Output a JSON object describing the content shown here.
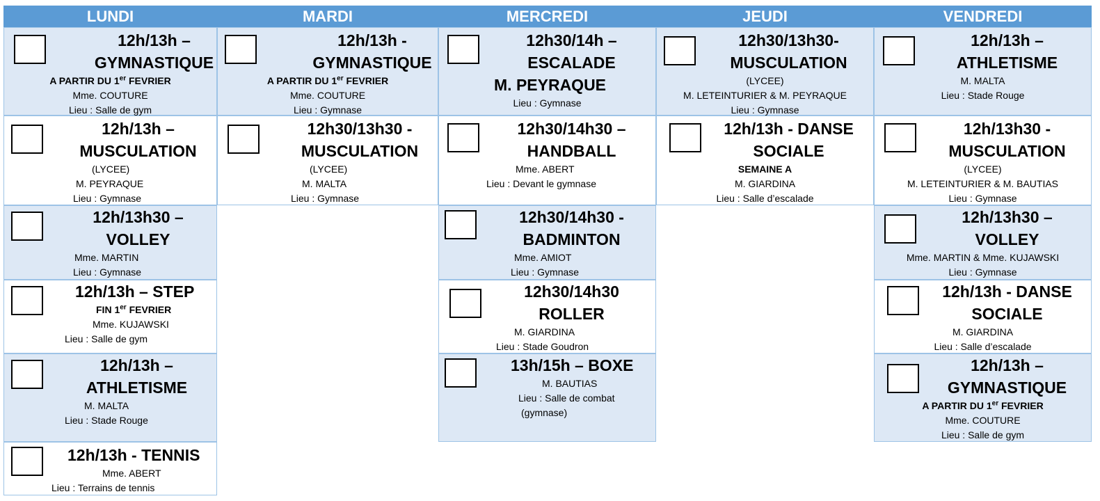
{
  "days": [
    {
      "label": "LUNDI"
    },
    {
      "label": "MARDI"
    },
    {
      "label": "MERCREDI"
    },
    {
      "label": "JEUDI"
    },
    {
      "label": "VENDREDI"
    }
  ],
  "activities": {
    "lundi": [
      {
        "l1": "12h/13h –",
        "l2": "GYMNASTIQUE",
        "note_pre": "A PARTIR DU 1",
        "note_sup": "er",
        "note_post": " FEVRIER",
        "lines": [
          "Mme. COUTURE",
          "Lieu : Salle de gym"
        ]
      },
      {
        "l1": "12h/13h –",
        "l2": "MUSCULATION",
        "lines": [
          "(LYCEE)",
          "M. PEYRAQUE",
          "Lieu : Gymnase"
        ]
      },
      {
        "l1": "12h/13h30 –",
        "l2": "VOLLEY",
        "lines": [
          "Mme. MARTIN",
          "Lieu : Gymnase"
        ]
      },
      {
        "l1": "12h/13h – STEP",
        "note_pre": "FIN 1",
        "note_sup": "er",
        "note_post": " FEVRIER",
        "lines": [
          "Mme. KUJAWSKI",
          "Lieu : Salle de gym"
        ]
      },
      {
        "l1": "12h/13h –",
        "l2": "ATHLETISME",
        "lines": [
          "M. MALTA",
          "Lieu : Stade Rouge"
        ]
      },
      {
        "l1": "12h/13h - TENNIS",
        "lines": [
          "Mme. ABERT",
          "Lieu : Terrains de tennis"
        ]
      }
    ],
    "mardi": [
      {
        "l1": "12h/13h -",
        "l2": "GYMNASTIQUE",
        "note_pre": "A PARTIR DU 1",
        "note_sup": "er",
        "note_post": " FEVRIER",
        "lines": [
          "Mme. COUTURE",
          "Lieu : Gymnase"
        ]
      },
      {
        "l1": "12h30/13h30 -",
        "l2": "MUSCULATION",
        "lines": [
          "(LYCEE)",
          "M. MALTA",
          "Lieu : Gymnase"
        ]
      }
    ],
    "mercredi": [
      {
        "l1": "12h30/14h –",
        "l2": "ESCALADE",
        "l3": "M. PEYRAQUE",
        "lines": [
          "Lieu : Gymnase"
        ]
      },
      {
        "l1": "12h30/14h30 –",
        "l2": "HANDBALL",
        "lines": [
          "Mme. ABERT",
          "Lieu : Devant le gymnase"
        ]
      },
      {
        "l1": "12h30/14h30 -",
        "l2": "BADMINTON",
        "lines": [
          "Mme. AMIOT",
          "Lieu : Gymnase"
        ]
      },
      {
        "l1": "12h30/14h30",
        "l2": "ROLLER",
        "lines": [
          "M. GIARDINA",
          "Lieu : Stade Goudron"
        ]
      },
      {
        "l1": "13h/15h – BOXE",
        "lines": [
          "M. BAUTIAS",
          "Lieu : Salle de combat",
          "(gymnase)"
        ]
      }
    ],
    "jeudi": [
      {
        "l1": "12h30/13h30-",
        "l2": "MUSCULATION",
        "lines": [
          "(LYCEE)",
          "M. LETEINTURIER & M. PEYRAQUE",
          "Lieu : Gymnase"
        ]
      },
      {
        "l1": "12h/13h - DANSE",
        "l2": "SOCIALE",
        "note_pre": "SEMAINE A",
        "lines": [
          "M. GIARDINA",
          "Lieu : Salle d’escalade"
        ]
      }
    ],
    "vendredi": [
      {
        "l1": "12h/13h –",
        "l2": "ATHLETISME",
        "lines": [
          "M. MALTA",
          "Lieu : Stade Rouge"
        ]
      },
      {
        "l1": "12h/13h30 -",
        "l2": "MUSCULATION",
        "lines": [
          "(LYCEE)",
          "M. LETEINTURIER & M. BAUTIAS",
          "Lieu : Gymnase"
        ]
      },
      {
        "l1": "12h/13h30 –",
        "l2": "VOLLEY",
        "lines": [
          "Mme. MARTIN & Mme. KUJAWSKI",
          "Lieu : Gymnase"
        ]
      },
      {
        "l1": "12h/13h - DANSE",
        "l2": "SOCIALE",
        "lines": [
          "M. GIARDINA",
          "Lieu : Salle d’escalade"
        ]
      },
      {
        "l1": "12h/13h –",
        "l2": "GYMNASTIQUE",
        "note_pre": "A PARTIR DU 1",
        "note_sup": "er",
        "note_post": " FEVRIER",
        "lines": [
          "Mme. COUTURE",
          "Lieu : Salle de gym"
        ]
      }
    ]
  },
  "colors": {
    "header_bg": "#5b9bd5",
    "header_text": "#ffffff",
    "shaded_row": "#dde8f5",
    "border": "#9dc3e6"
  }
}
